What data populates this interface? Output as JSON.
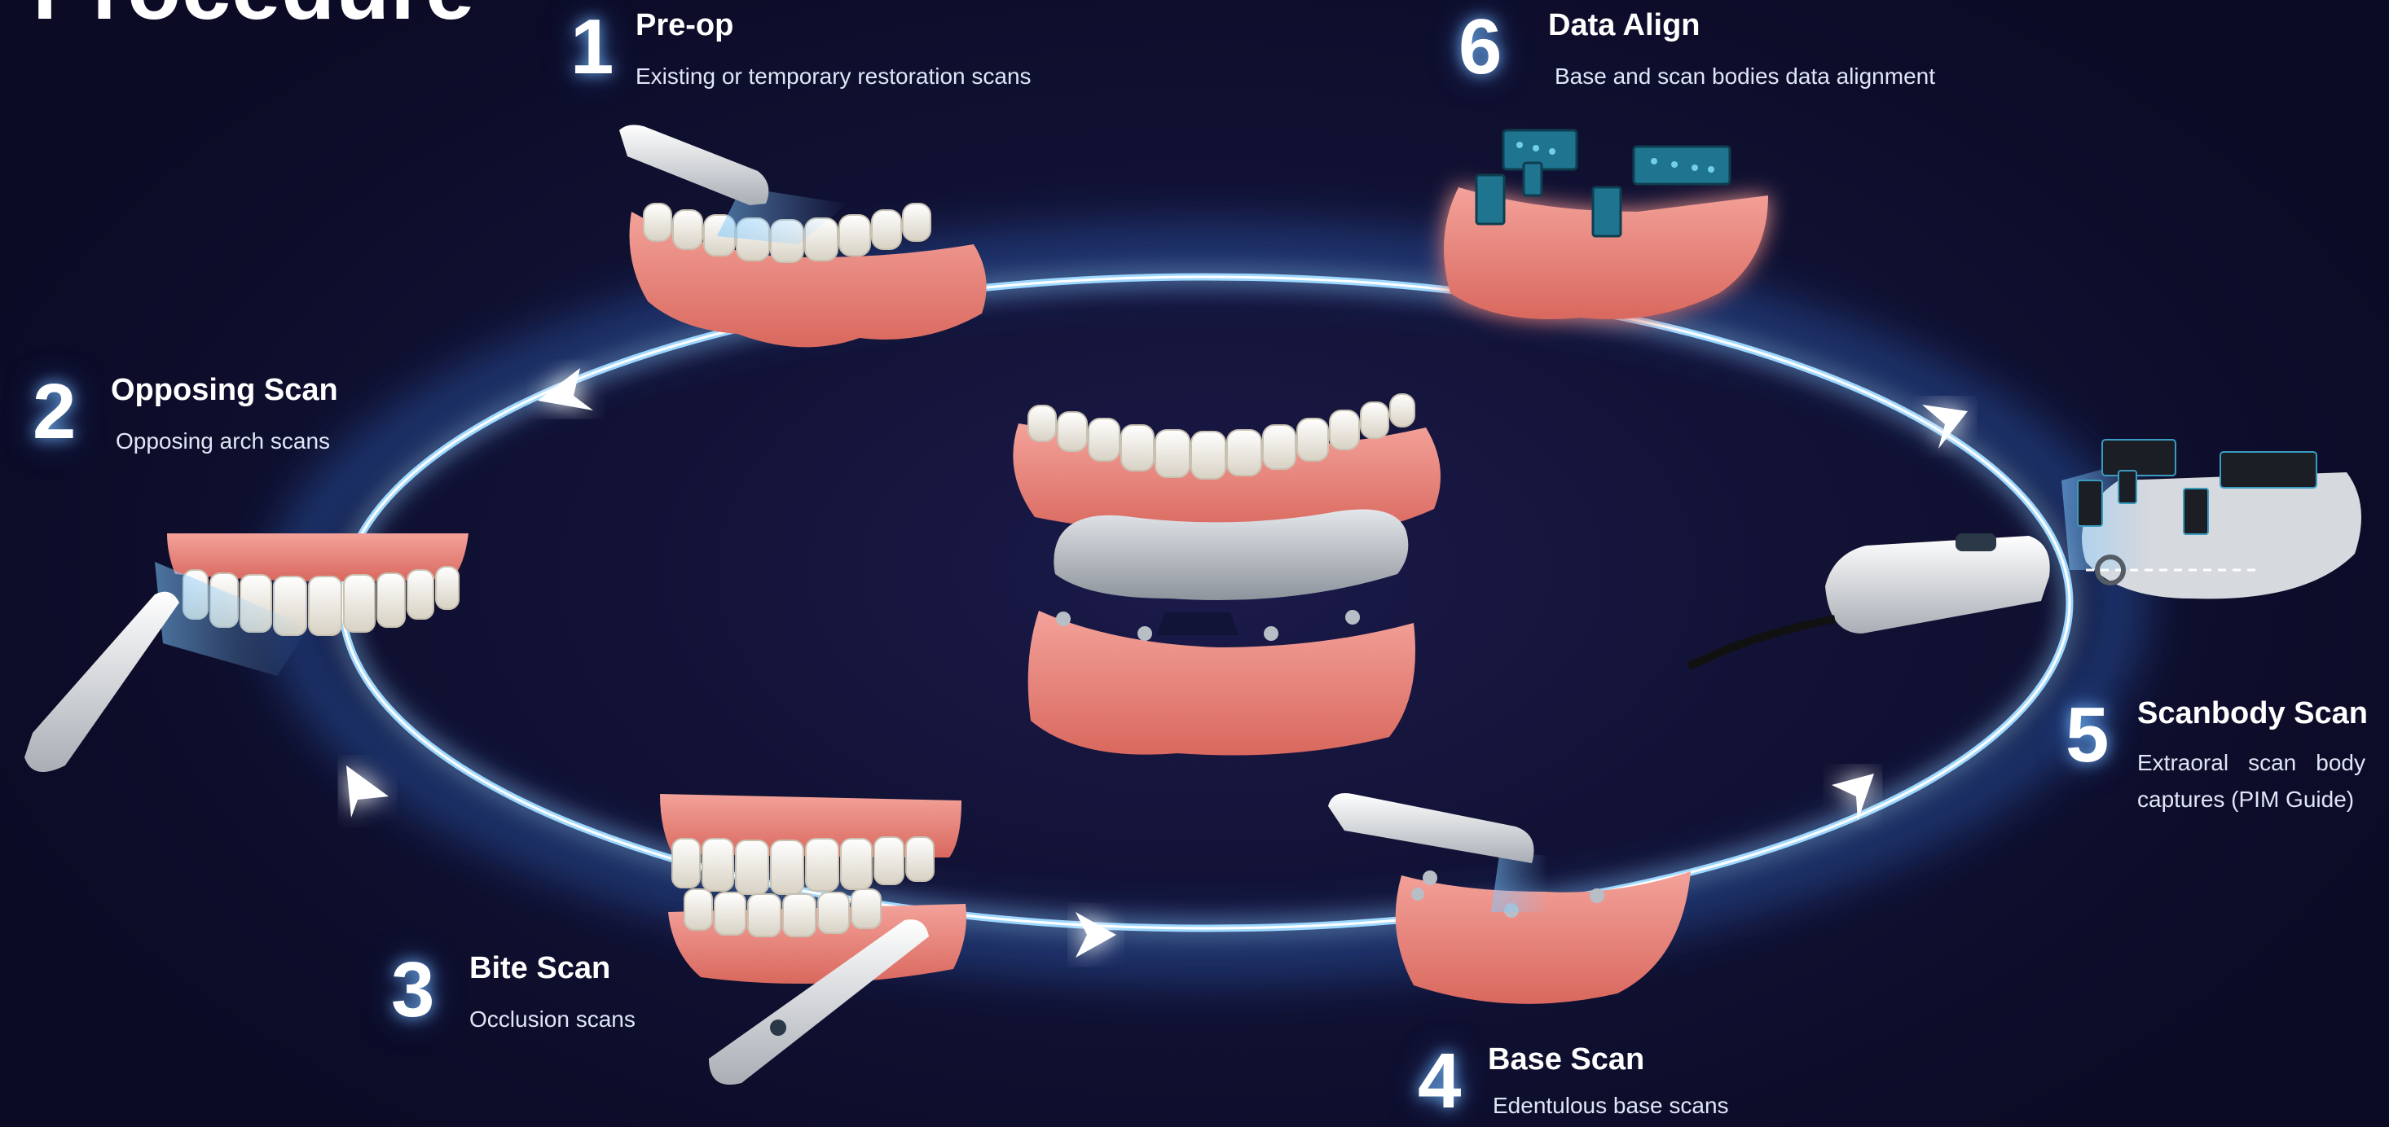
{
  "title": "Procedure",
  "steps": [
    {
      "number": "1",
      "heading": "Pre-op",
      "description": "Existing or temporary restoration scans"
    },
    {
      "number": "2",
      "heading": "Opposing Scan",
      "description": "Opposing arch scans"
    },
    {
      "number": "3",
      "heading": "Bite Scan",
      "description": "Occlusion scans"
    },
    {
      "number": "4",
      "heading": "Base Scan",
      "description": "Edentulous base scans"
    },
    {
      "number": "5",
      "heading": "Scanbody Scan",
      "description": "Extraoral scan body captures (PIM Guide)"
    },
    {
      "number": "6",
      "heading": "Data Align",
      "description": "Base and scan bodies data alignment"
    }
  ],
  "colors": {
    "background": "#121236",
    "ring": "#8fd3ff",
    "gum": "#e8857a",
    "teeth": "#f2efe6",
    "scanbody": "#1e6f8a",
    "scanner": "#e9ecef"
  }
}
